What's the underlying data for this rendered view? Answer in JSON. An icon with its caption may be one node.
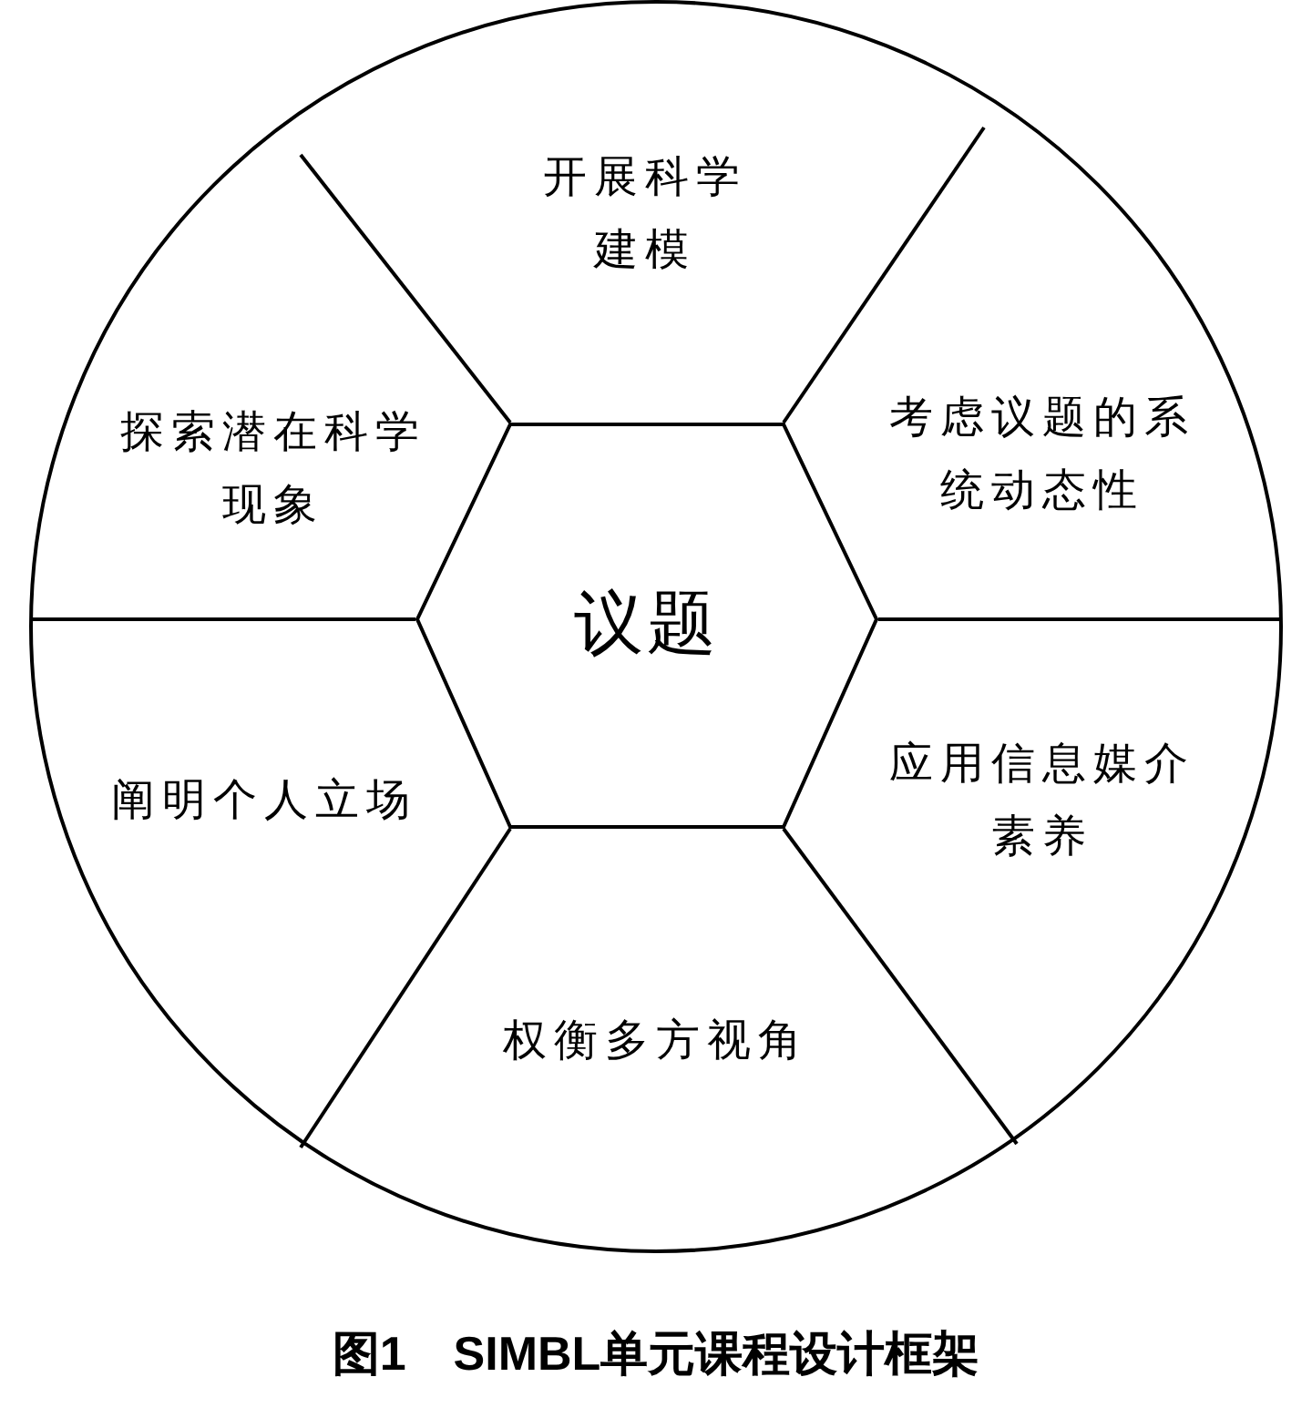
{
  "diagram": {
    "caption": "图1　SIMBL单元课程设计框架",
    "nodes": [
      {
        "text": [
          "议题"
        ]
      },
      {
        "text": [
          "开展科学建模"
        ]
      },
      {
        "text": [
          "考虑议题的系统动态性"
        ]
      },
      {
        "text": [
          "应用信息媒介素养"
        ]
      },
      {
        "text": [
          "权衡多方视角"
        ]
      },
      {
        "text": [
          "阐明个人立场"
        ]
      },
      {
        "text": [
          "探索潜在科学现象"
        ]
      }
    ]
  }
}
